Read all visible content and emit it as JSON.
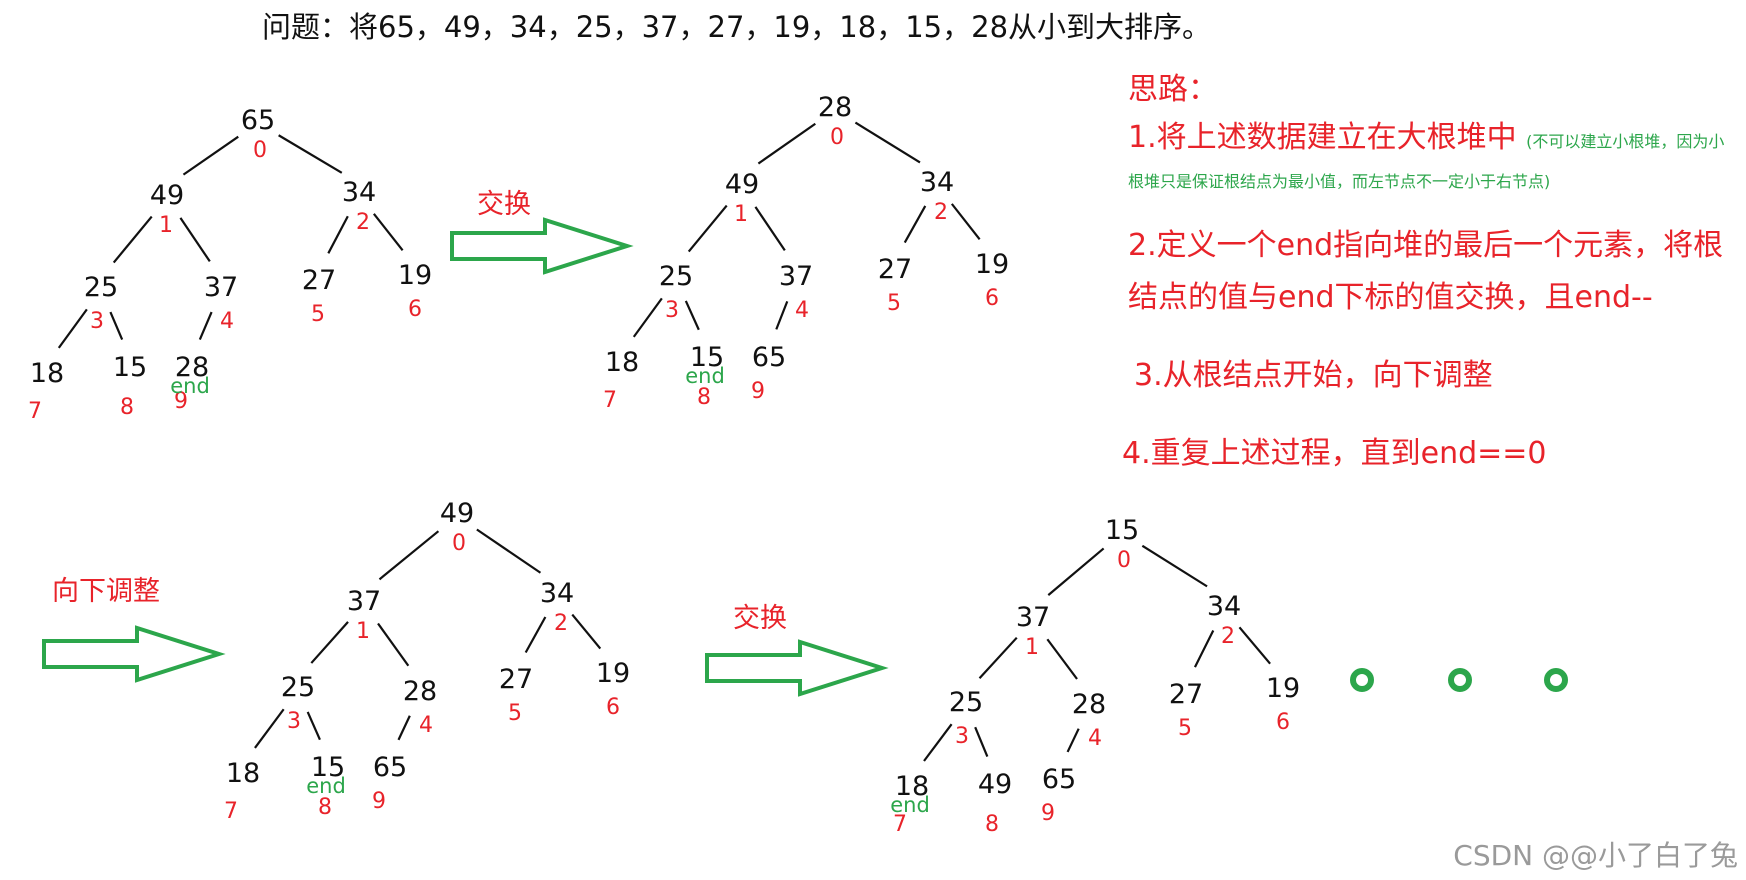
{
  "problem": "问题：将65，49，34，25，37，27，19，18，15，28从小到大排序。",
  "notes": {
    "heading": "思路：",
    "step1": "1.将上述数据建立在大根堆中",
    "step1_note": "(不可以建立小根堆，因为小根堆只是保证根结点为最小值，而左节点不一定小于右节点)",
    "step2": "2.定义一个end指向堆的最后一个元素，将根结点的值与end下标的值交换，且end--",
    "step3": "3.从根结点开始，向下调整",
    "step4": "4.重复上述过程，直到end==0"
  },
  "arrow_labels": [
    "交换",
    "向下调整",
    "交换"
  ],
  "end_label": "end",
  "trees": [
    {
      "values": [
        "65",
        "49",
        "34",
        "25",
        "37",
        "27",
        "19",
        "18",
        "15",
        "28"
      ],
      "end_index": 9
    },
    {
      "values": [
        "28",
        "49",
        "34",
        "25",
        "37",
        "27",
        "19",
        "18",
        "15",
        "65"
      ],
      "end_index": 8
    },
    {
      "values": [
        "49",
        "37",
        "34",
        "25",
        "28",
        "27",
        "19",
        "18",
        "15",
        "65"
      ],
      "end_index": 8
    },
    {
      "values": [
        "15",
        "37",
        "34",
        "25",
        "28",
        "27",
        "19",
        "18",
        "49",
        "65"
      ],
      "end_index": 7
    }
  ],
  "indices": [
    "0",
    "1",
    "2",
    "3",
    "4",
    "5",
    "6",
    "7",
    "8",
    "9"
  ],
  "continuation_dots": 3,
  "watermark": "CSDN @@小了白了兔",
  "colors": {
    "index": "#e8232a",
    "arrow": "#2ca64b",
    "end": "#2ca64b",
    "text": "#111111"
  }
}
